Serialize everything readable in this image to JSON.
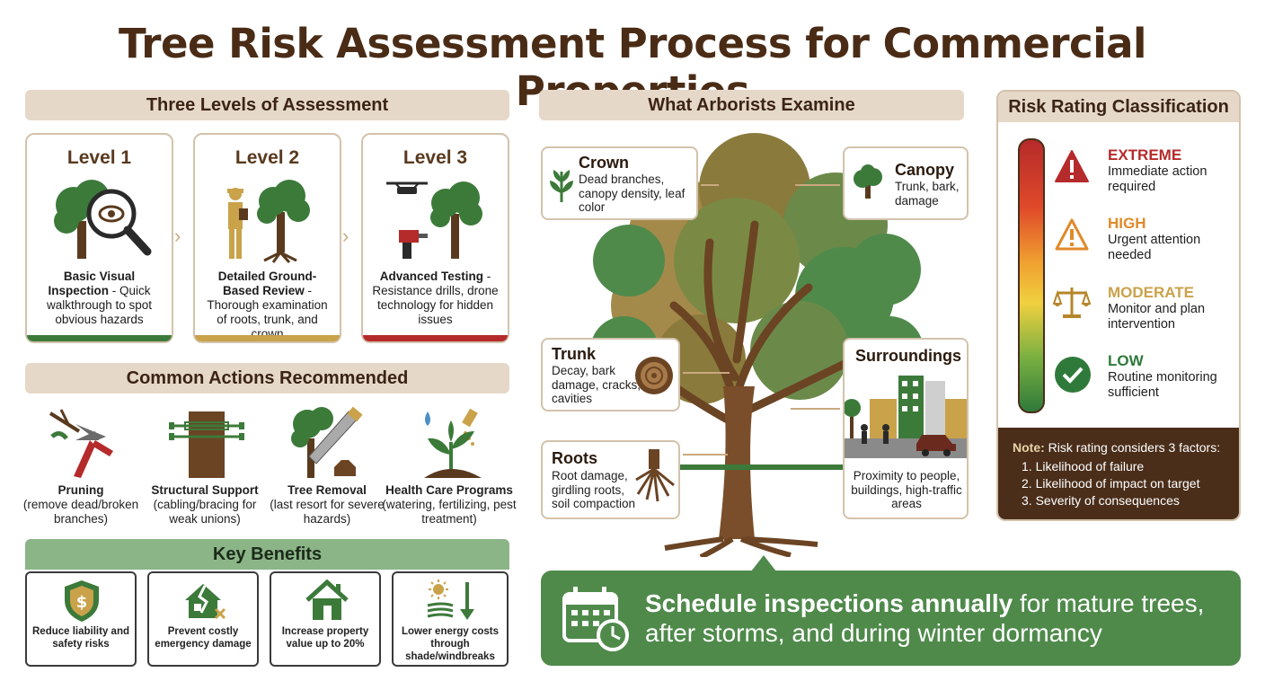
{
  "title": "Tree Risk Assessment Process for Commercial Properties",
  "levels_section": {
    "heading": "Three Levels of Assessment",
    "levels": [
      {
        "label": "Level 1",
        "bold": "Basic Visual Inspection",
        "rest": " - Quick walkthrough to spot obvious hazards",
        "color": "#3c7a3a"
      },
      {
        "label": "Level 2",
        "bold": "Detailed Ground-Based Review",
        "rest": " - Thorough examination of roots, trunk, and crown",
        "color": "#c9a24a"
      },
      {
        "label": "Level 3",
        "bold": "Advanced Testing",
        "rest": " - Resistance drills, drone technology for hidden issues",
        "color": "#b52a2a"
      }
    ]
  },
  "actions_section": {
    "heading": "Common Actions Recommended",
    "actions": [
      {
        "name": "Pruning",
        "desc": "(remove dead/broken branches)"
      },
      {
        "name": "Structural Support",
        "desc": "(cabling/bracing for weak unions)"
      },
      {
        "name": "Tree Removal",
        "desc": "(last resort for severe hazards)"
      },
      {
        "name": "Health Care Programs",
        "desc": "(watering, fertilizing, pest treatment)"
      }
    ]
  },
  "benefits_section": {
    "heading": "Key Benefits",
    "benefits": [
      {
        "text": "Reduce liability and safety risks"
      },
      {
        "text": "Prevent costly emergency damage"
      },
      {
        "text": "Increase property value up to 20%"
      },
      {
        "text": "Lower energy costs through shade/windbreaks"
      }
    ]
  },
  "examine_section": {
    "heading": "What Arborists Examine",
    "crown": {
      "title": "Crown",
      "body": "Dead branches, canopy density, leaf color"
    },
    "canopy": {
      "title": "Canopy",
      "body": "Trunk, bark, damage"
    },
    "trunk": {
      "title": "Trunk",
      "body": "Decay, bark damage, cracks, cavities"
    },
    "roots": {
      "title": "Roots",
      "body": "Root damage, girdling roots, soil compaction"
    },
    "surroundings": {
      "title": "Surroundings",
      "body": "Proximity to people, buildings, high-traffic areas"
    }
  },
  "risk_section": {
    "heading": "Risk Rating Classification",
    "levels": [
      {
        "level": "EXTREME",
        "desc": "Immediate action required",
        "color": "#b52a2a"
      },
      {
        "level": "HIGH",
        "desc": "Urgent attention needed",
        "color": "#e08a2a"
      },
      {
        "level": "MODERATE",
        "desc": "Monitor and plan intervention",
        "color": "#c9a24a"
      },
      {
        "level": "LOW",
        "desc": "Routine monitoring sufficient",
        "color": "#2f7a3a"
      }
    ],
    "note_label": "Note:",
    "note_text": " Risk rating considers 3 factors:",
    "factors": [
      "1.  Likelihood of failure",
      "2. Likelihood of impact on target",
      "3. Severity of consequences"
    ]
  },
  "schedule": {
    "bold": "Schedule inspections annually",
    "rest": " for mature trees, after storms, and during winter dormancy"
  },
  "colors": {
    "brown": "#4a2c16",
    "green": "#4f8a4b",
    "band": "#e6d8c8",
    "note_bg": "#4a2e1a"
  }
}
